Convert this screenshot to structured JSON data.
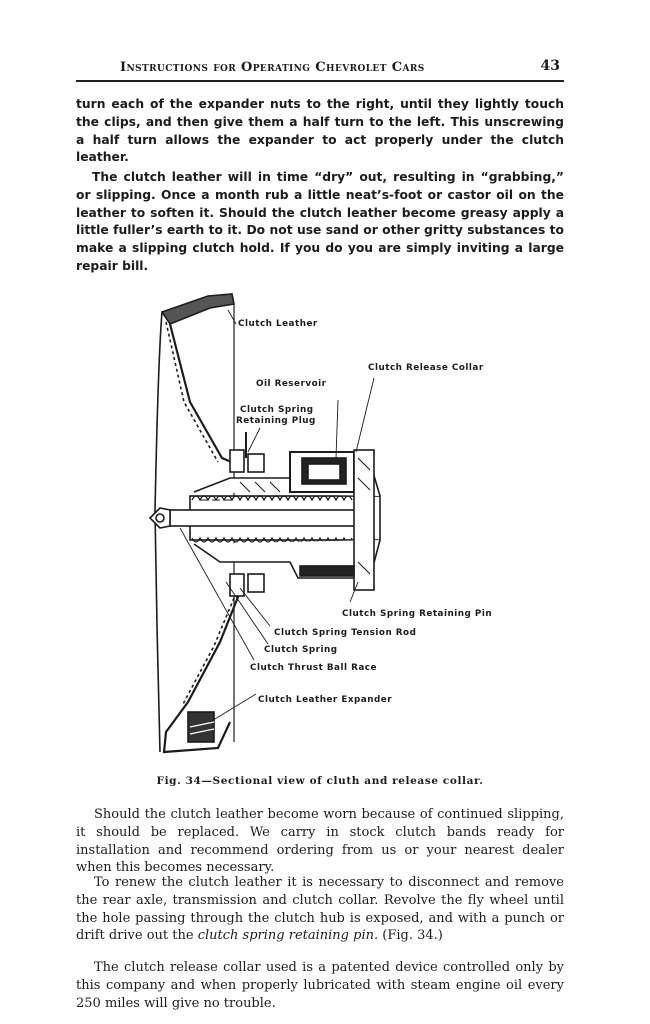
{
  "header": {
    "title": "Instructions for Operating Chevrolet Cars",
    "page_number": "43"
  },
  "paragraphs": {
    "p1": "turn each of the expander nuts to the right, until they lightly touch the clips, and then give them a half turn to the left. This unscrewing a half turn allows the expander to act properly under the clutch leather.",
    "p2_a": "The clutch leather will in time “dry” out, resulting in “grabbing,” or slipping. Once a month rub a little neat’s-foot or castor oil on the leather to soften it. Should the clutch leather become greasy apply a little fuller’s earth to it.",
    "p2_b": "Do not use sand or other gritty substances to make a slipping clutch hold.",
    "p2_c": "If you do you are simply inviting a large repair bill.",
    "p3": "Should the clutch leather become worn because of continued slipping, it should be replaced. We carry in stock clutch bands ready for installation and recommend ordering from us or your nearest dealer when this becomes necessary.",
    "p4_a": "To renew the clutch leather it is necessary to disconnect and remove the rear axle, transmission and clutch collar. Revolve the fly wheel until the hole passing through the clutch hub is exposed, and with a punch or drift drive out the",
    "p4_b": "clutch spring retaining pin.",
    "p4_c": "(Fig. 34.)",
    "p5": "The clutch release collar used is a patented device controlled only by this company and when properly lubricated with steam engine oil every 250 miles will give no trouble."
  },
  "figure": {
    "caption": "Fig. 34—Sectional view of cluth and release collar.",
    "labels": {
      "clutch_leather": "Clutch Leather",
      "release_collar": "Clutch Release Collar",
      "oil_reservoir": "Oil Reservoir",
      "spring_plug_1": "Clutch Spring",
      "spring_plug_2": "Retaining Plug",
      "spring_pin": "Clutch Spring Retaining Pin",
      "tension_rod": "Clutch Spring Tension Rod",
      "clutch_spring": "Clutch Spring",
      "thrust_race": "Clutch Thrust Ball Race",
      "expander": "Clutch Leather Expander"
    }
  }
}
